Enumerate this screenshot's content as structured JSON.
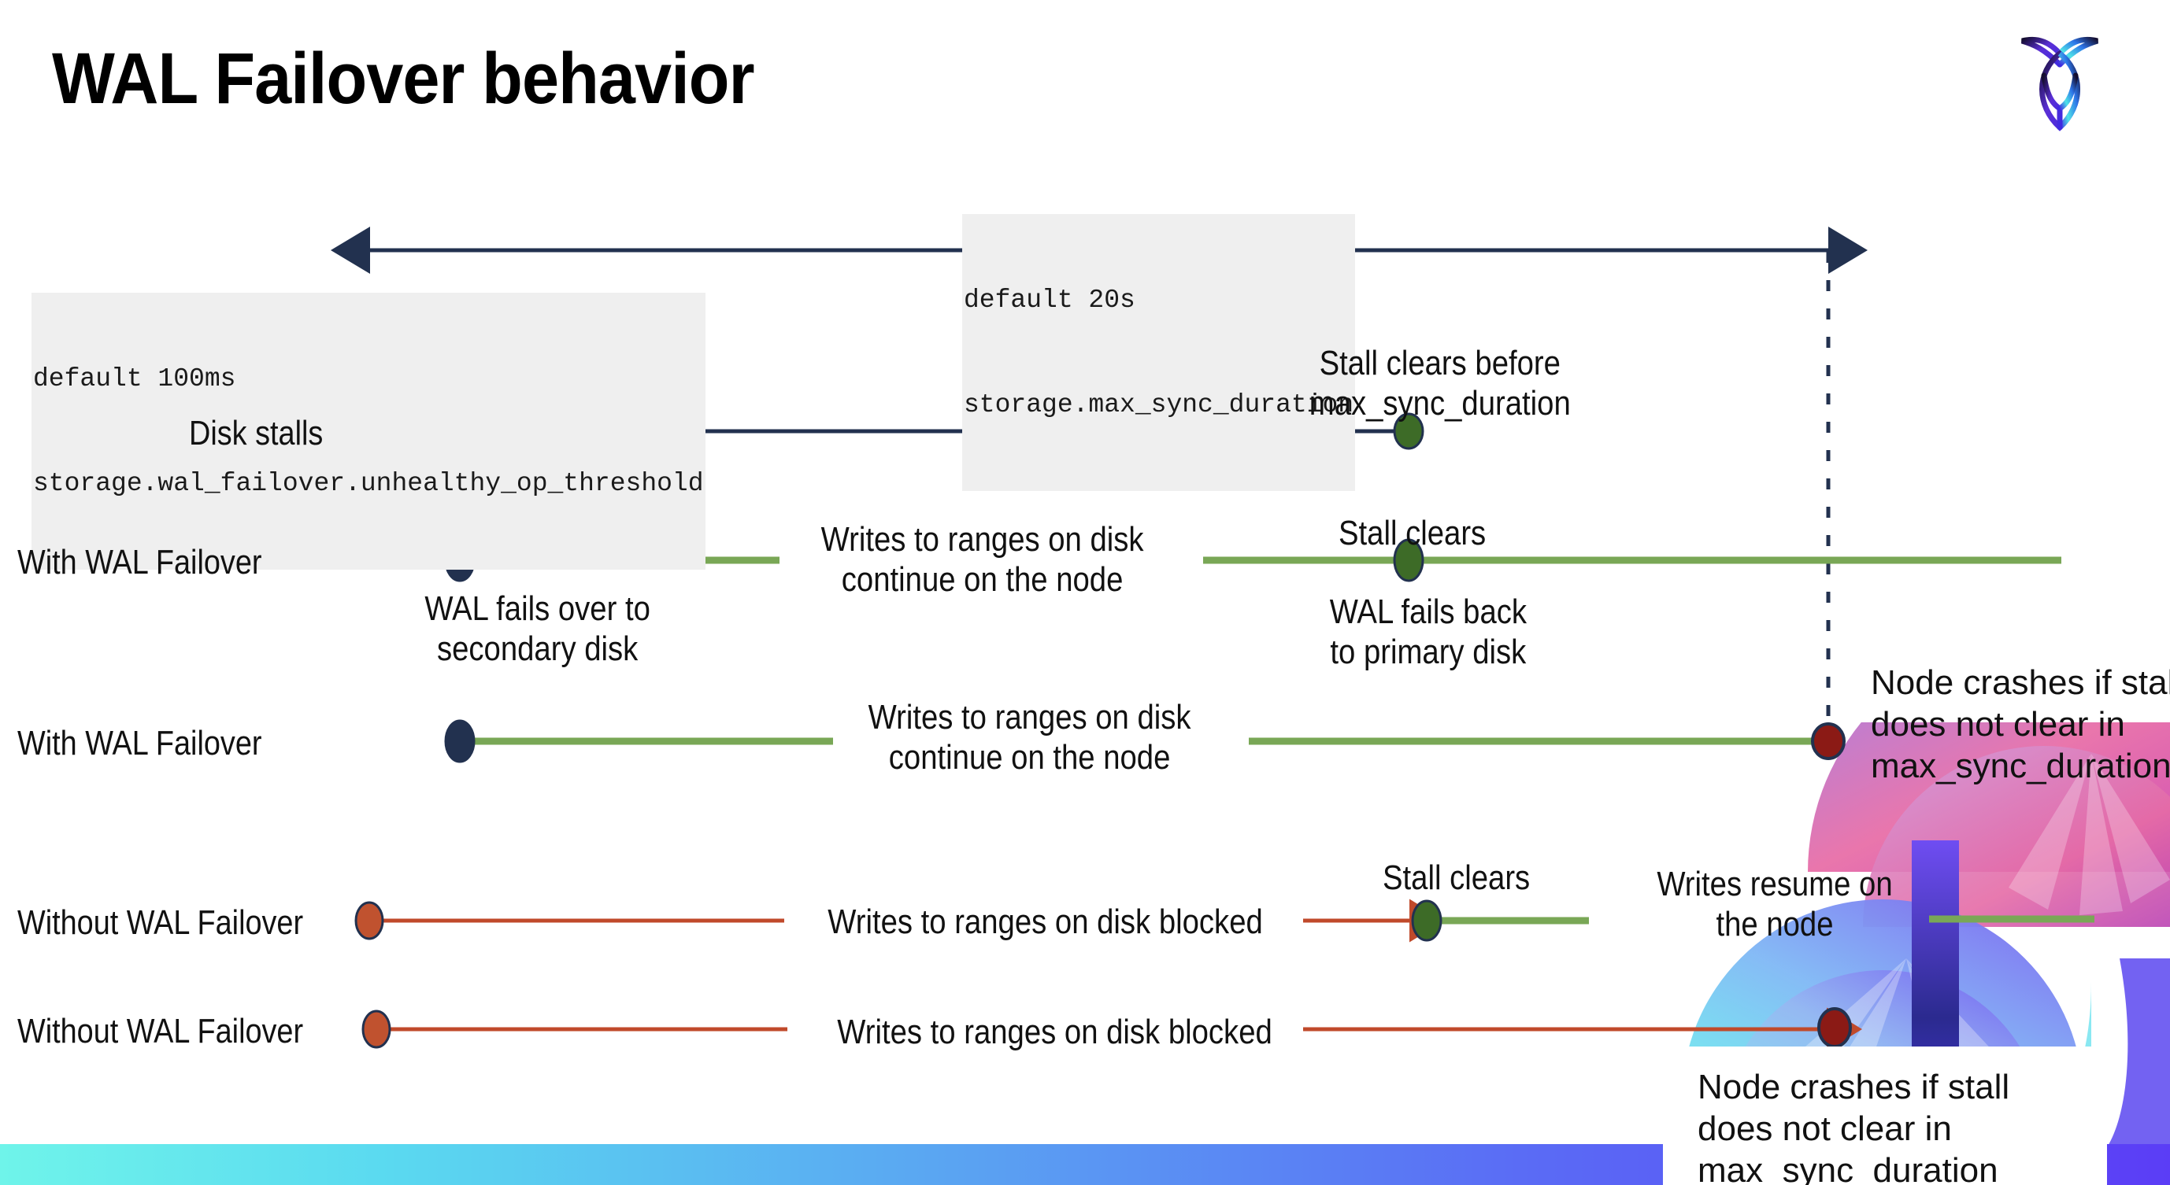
{
  "slide": {
    "title": "WAL Failover behavior",
    "logo_name": "cockroachdb-logo"
  },
  "settings": {
    "max_sync": {
      "default_line": "default 20s",
      "name_line": "storage.max_sync_duration"
    },
    "unhealthy_op": {
      "default_line": "default 100ms",
      "name_line": "storage.wal_failover.unhealthy_op_threshold"
    }
  },
  "rows": [
    {
      "label": "Disk stalls"
    },
    {
      "label": "With WAL Failover"
    },
    {
      "label": "With WAL Failover"
    },
    {
      "label": "Without WAL Failover"
    },
    {
      "label": "Without WAL Failover"
    }
  ],
  "annotations": {
    "stall_clears_before": "Stall clears before\nmax_sync_duration",
    "stall_clears_before_l1": "Stall clears before",
    "stall_clears_before_l2": "max_sync_duration",
    "writes_continue_l1": "Writes to ranges on disk",
    "writes_continue_l2": "continue on the node",
    "stall_clears": "Stall clears",
    "wal_fails_over_l1": "WAL fails over to",
    "wal_fails_over_l2": "secondary disk",
    "wal_fails_back_l1": "WAL fails  back",
    "wal_fails_back_l2": "to primary disk",
    "writes_blocked": "Writes to ranges on disk  blocked",
    "writes_resume_l1": "Writes resume on",
    "writes_resume_l2": "the node",
    "node_crashes_l1": "Node crashes if stall",
    "node_crashes_l2": "does not clear in",
    "node_crashes_l3": "max_sync_duration"
  },
  "colors": {
    "navy": "#22314f",
    "green_line": "#79a756",
    "green_dot": "#3d6b27",
    "red_line": "#c04a2b",
    "red_dot": "#c0522f",
    "dark_red_dot": "#8b1a15",
    "chip_bg": "#efefef",
    "bar_start": "#6ff4ea",
    "bar_end": "#5b3df6"
  }
}
